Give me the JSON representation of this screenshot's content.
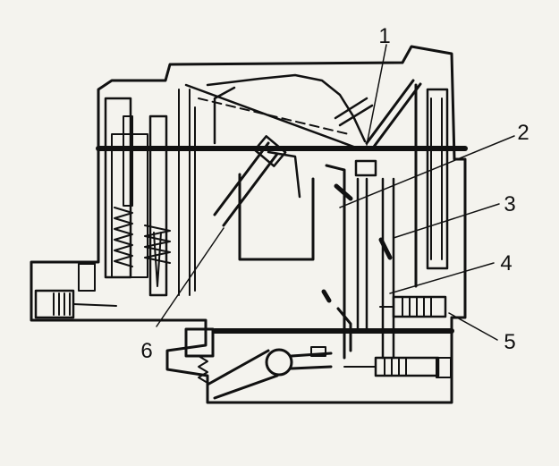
{
  "colors": {
    "ink": "#111111",
    "paper": "#f4f3ee",
    "dark": "#1a1a1a"
  },
  "diagram": {
    "callouts": [
      {
        "id": "callout-1",
        "text": "1"
      },
      {
        "id": "callout-2",
        "text": "2"
      },
      {
        "id": "callout-3",
        "text": "3"
      },
      {
        "id": "callout-4",
        "text": "4"
      },
      {
        "id": "callout-5",
        "text": "5"
      },
      {
        "id": "callout-6",
        "text": "6"
      }
    ]
  }
}
